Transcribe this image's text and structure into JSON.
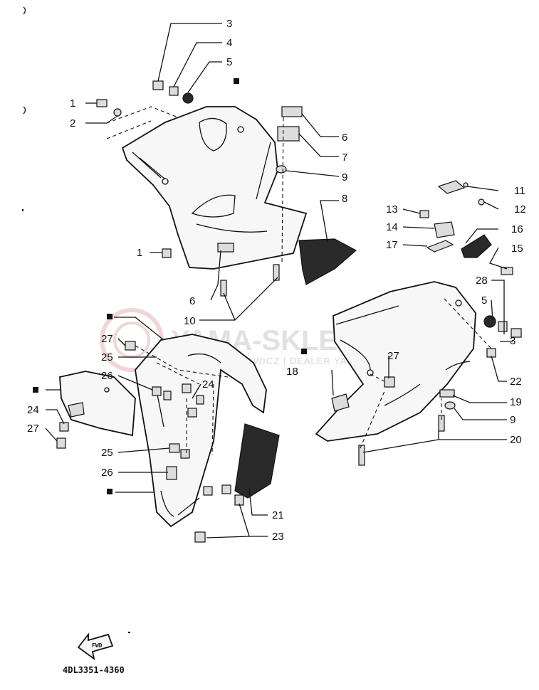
{
  "diagram": {
    "code": "4DL3351-4360",
    "fwd_label": "FWD",
    "watermark": {
      "main": "YAMA-SKLEP.PL",
      "sub": "SIECHOWICZ | DEALER YAMAHA"
    },
    "callouts": [
      {
        "id": "c-3a",
        "text": "3"
      },
      {
        "id": "c-4",
        "text": "4"
      },
      {
        "id": "c-5a",
        "text": "5"
      },
      {
        "id": "c-1a",
        "text": "1"
      },
      {
        "id": "c-2",
        "text": "2"
      },
      {
        "id": "c-6a",
        "text": "6"
      },
      {
        "id": "c-7",
        "text": "7"
      },
      {
        "id": "c-9a",
        "text": "9"
      },
      {
        "id": "c-8",
        "text": "8"
      },
      {
        "id": "c-11",
        "text": "11"
      },
      {
        "id": "c-12",
        "text": "12"
      },
      {
        "id": "c-13",
        "text": "13"
      },
      {
        "id": "c-14",
        "text": "14"
      },
      {
        "id": "c-16",
        "text": "16"
      },
      {
        "id": "c-17",
        "text": "17"
      },
      {
        "id": "c-15",
        "text": "15"
      },
      {
        "id": "c-1b",
        "text": "1"
      },
      {
        "id": "c-6b",
        "text": "6"
      },
      {
        "id": "c-10",
        "text": "10"
      },
      {
        "id": "c-28",
        "text": "28"
      },
      {
        "id": "c-5b",
        "text": "5"
      },
      {
        "id": "c-3b",
        "text": "3"
      },
      {
        "id": "c-27a",
        "text": "27"
      },
      {
        "id": "c-25a",
        "text": "25"
      },
      {
        "id": "c-26a",
        "text": "26"
      },
      {
        "id": "c-24a",
        "text": "24"
      },
      {
        "id": "c-24b",
        "text": "24"
      },
      {
        "id": "c-27b",
        "text": "27"
      },
      {
        "id": "c-27c",
        "text": "27"
      },
      {
        "id": "c-18",
        "text": "18"
      },
      {
        "id": "c-22",
        "text": "22"
      },
      {
        "id": "c-19",
        "text": "19"
      },
      {
        "id": "c-9b",
        "text": "9"
      },
      {
        "id": "c-20",
        "text": "20"
      },
      {
        "id": "c-25b",
        "text": "25"
      },
      {
        "id": "c-26b",
        "text": "26"
      },
      {
        "id": "c-21",
        "text": "21"
      },
      {
        "id": "c-23",
        "text": "23"
      }
    ]
  }
}
